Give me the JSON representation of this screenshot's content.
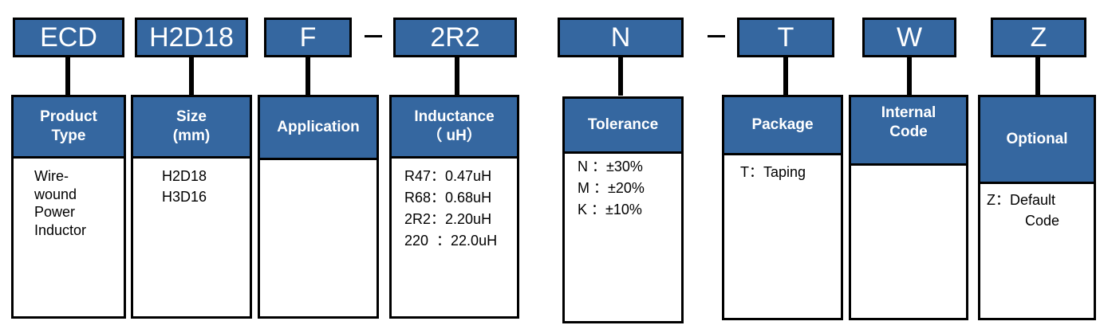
{
  "colors": {
    "accent": "#3567A0",
    "border": "#000000",
    "text_on_accent": "#ffffff"
  },
  "codes": {
    "ecd": "ECD",
    "size": "H2D18",
    "application": "F",
    "dash1": "–",
    "inductance": "2R2",
    "tolerance": "N",
    "dash2": "–",
    "package": "T",
    "internal": "W",
    "optional": "Z"
  },
  "boxes": {
    "product_type": {
      "header": "Product\nType",
      "lines": [
        "Wire-",
        "wound",
        "Power",
        "Inductor"
      ]
    },
    "size": {
      "header": "Size\n(mm)",
      "lines": [
        "H2D18",
        "H3D16"
      ]
    },
    "application": {
      "header": "Application",
      "lines": []
    },
    "inductance": {
      "header": "Inductance\n（ uH）",
      "lines": [
        "R47：0.47uH",
        "R68：0.68uH",
        "2R2：2.20uH",
        "220  ：22.0uH"
      ]
    },
    "tolerance": {
      "header": "Tolerance",
      "lines": [
        "N ：±30%",
        "M ：±20%",
        "K ：±10%"
      ]
    },
    "package": {
      "header": "Package",
      "lines": [
        "T：Taping"
      ]
    },
    "internal_code": {
      "header": "Internal\nCode",
      "lines": []
    },
    "optional": {
      "header": "Optional",
      "lines": [
        "Z：Default",
        "Code"
      ]
    }
  }
}
